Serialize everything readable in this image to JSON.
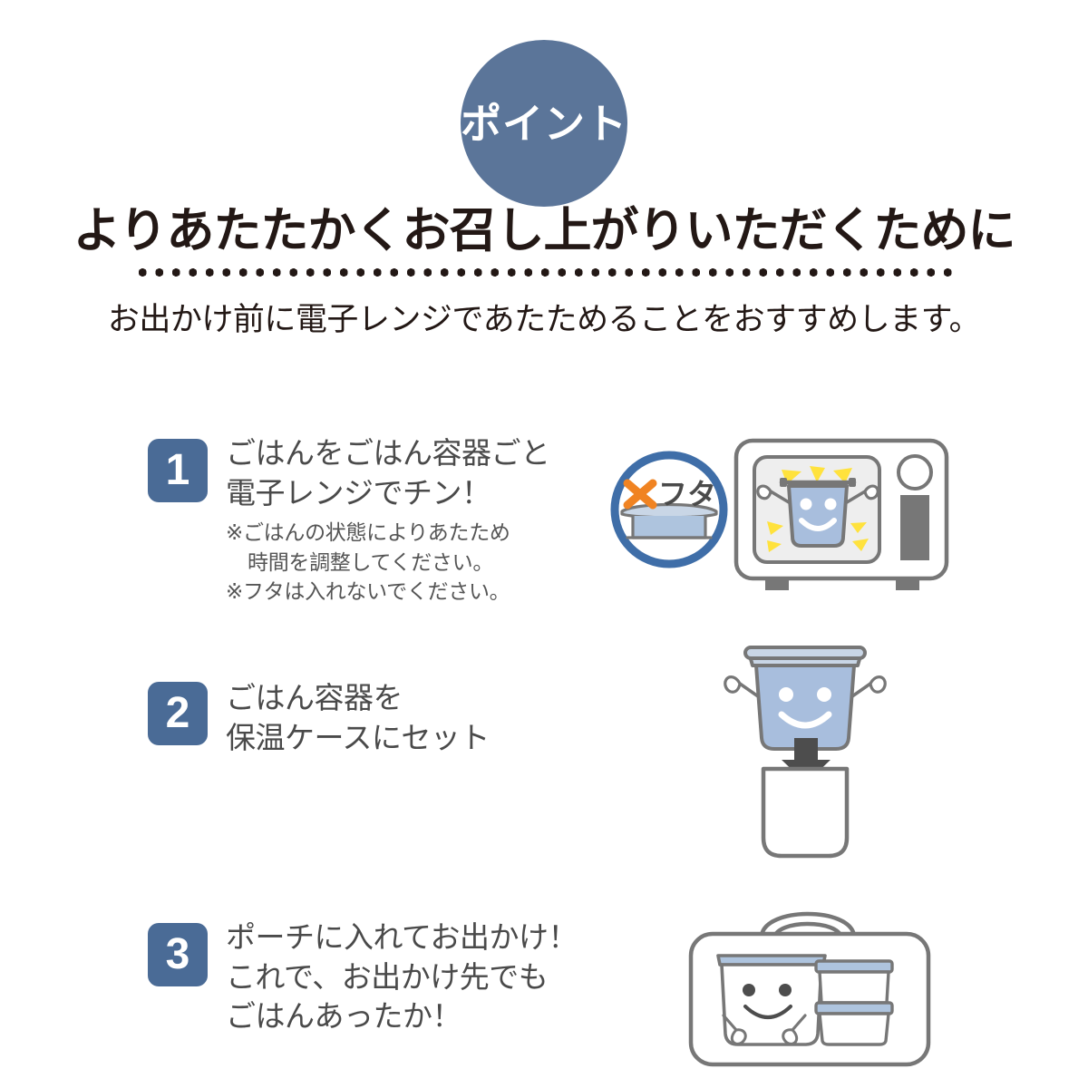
{
  "header": {
    "badge_label": "ポイント",
    "badge_color": "#5b7599",
    "headline": "よりあたたかくお召し上がりいただくために",
    "subhead": "お出かけ前に電子レンジであたためることをおすすめします。",
    "divider_color": "#231815"
  },
  "theme": {
    "number_badge_color": "#4a6b96",
    "container_body_color": "#a8bedd",
    "outline_gray": "#777777",
    "sparkle_yellow": "#ffe23d",
    "cross_orange": "#f08322",
    "ring_blue": "#3f6ea8",
    "text_gray": "#4a4a4a",
    "note_gray": "#555555"
  },
  "steps": [
    {
      "number": "1",
      "title_lines": [
        "ごはんをごはん容器ごと",
        "電子レンジでチン！"
      ],
      "note_lines": [
        "※ごはんの状態によりあたため",
        "時間を調整してください。",
        "※フタは入れないでください。"
      ],
      "badge": {
        "cross_mark": "✕",
        "label": "フタ"
      }
    },
    {
      "number": "2",
      "title_lines": [
        "ごはん容器を",
        "保温ケースにセット"
      ],
      "note_lines": []
    },
    {
      "number": "3",
      "title_lines": [
        "ポーチに入れてお出かけ！",
        "これで、お出かけ先でも",
        "ごはんあったか！"
      ],
      "note_lines": []
    }
  ]
}
